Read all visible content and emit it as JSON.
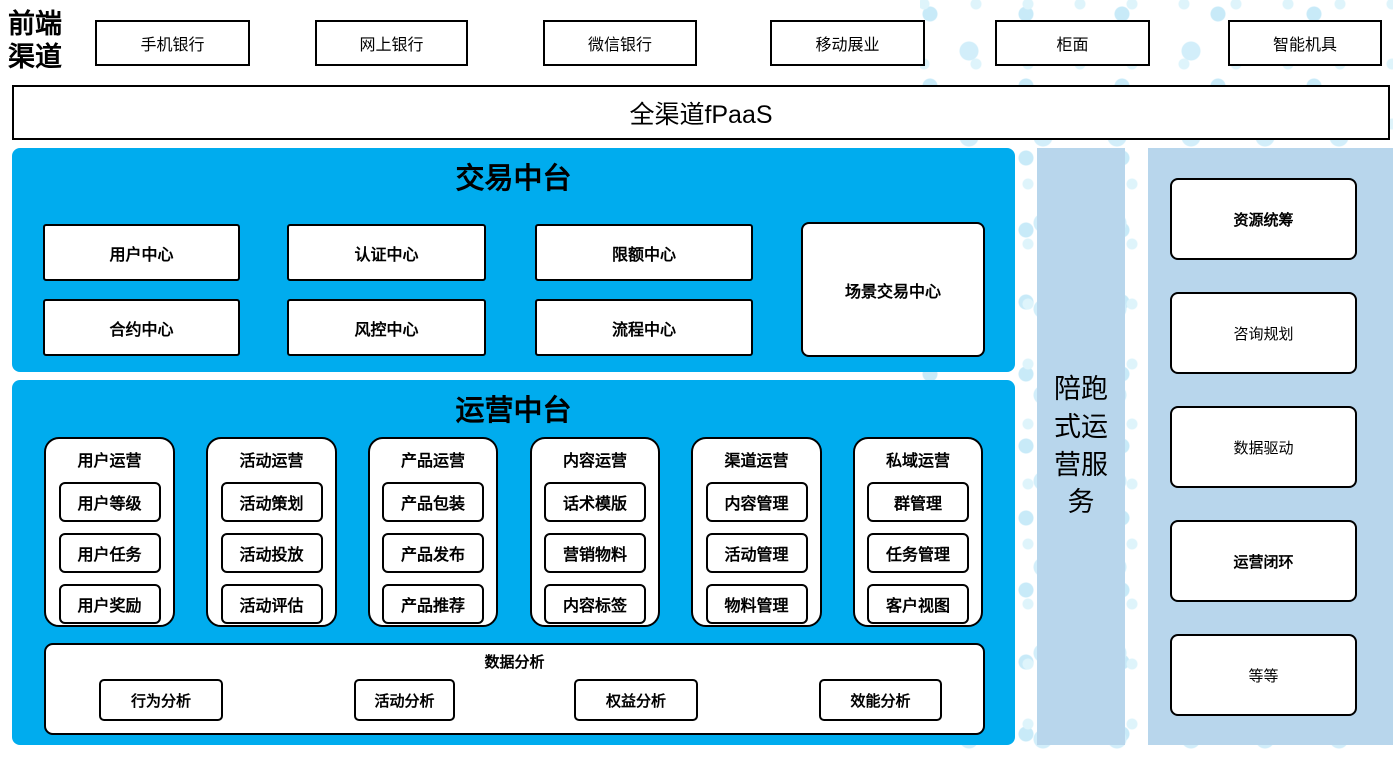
{
  "palette": {
    "bright_blue": "#00ACEE",
    "light_blue": "#B8D6EC",
    "dot_blue": "#D2EEFA",
    "border": "#000000",
    "box_bg": "#FFFFFF"
  },
  "front_channels": {
    "label": "前端渠道",
    "items": [
      "手机银行",
      "网上银行",
      "微信银行",
      "移动展业",
      "柜面",
      "智能机具"
    ]
  },
  "fpaas_bar": {
    "label": "全渠道fPaaS"
  },
  "trade_platform": {
    "title": "交易中台",
    "row1": [
      "用户中心",
      "认证中心",
      "限额中心"
    ],
    "row2": [
      "合约中心",
      "风控中心",
      "流程中心"
    ],
    "tall_box": "场景交易中心"
  },
  "ops_platform": {
    "title": "运营中台",
    "columns": [
      {
        "header": "用户运营",
        "items": [
          "用户等级",
          "用户任务",
          "用户奖励"
        ]
      },
      {
        "header": "活动运营",
        "items": [
          "活动策划",
          "活动投放",
          "活动评估"
        ]
      },
      {
        "header": "产品运营",
        "items": [
          "产品包装",
          "产品发布",
          "产品推荐"
        ]
      },
      {
        "header": "内容运营",
        "items": [
          "话术模版",
          "营销物料",
          "内容标签"
        ]
      },
      {
        "header": "渠道运营",
        "items": [
          "内容管理",
          "活动管理",
          "物料管理"
        ]
      },
      {
        "header": "私域运营",
        "items": [
          "群管理",
          "任务管理",
          "客户视图"
        ]
      }
    ],
    "analysis": {
      "title": "数据分析",
      "items": [
        "行为分析",
        "活动分析",
        "权益分析",
        "效能分析"
      ]
    }
  },
  "companion_bar": {
    "label": "陪跑式运营服务"
  },
  "right_services": {
    "items": [
      {
        "label": "资源统筹",
        "bold": true
      },
      {
        "label": "咨询规划",
        "bold": false
      },
      {
        "label": "数据驱动",
        "bold": false
      },
      {
        "label": "运营闭环",
        "bold": true
      },
      {
        "label": "等等",
        "bold": false
      }
    ]
  }
}
